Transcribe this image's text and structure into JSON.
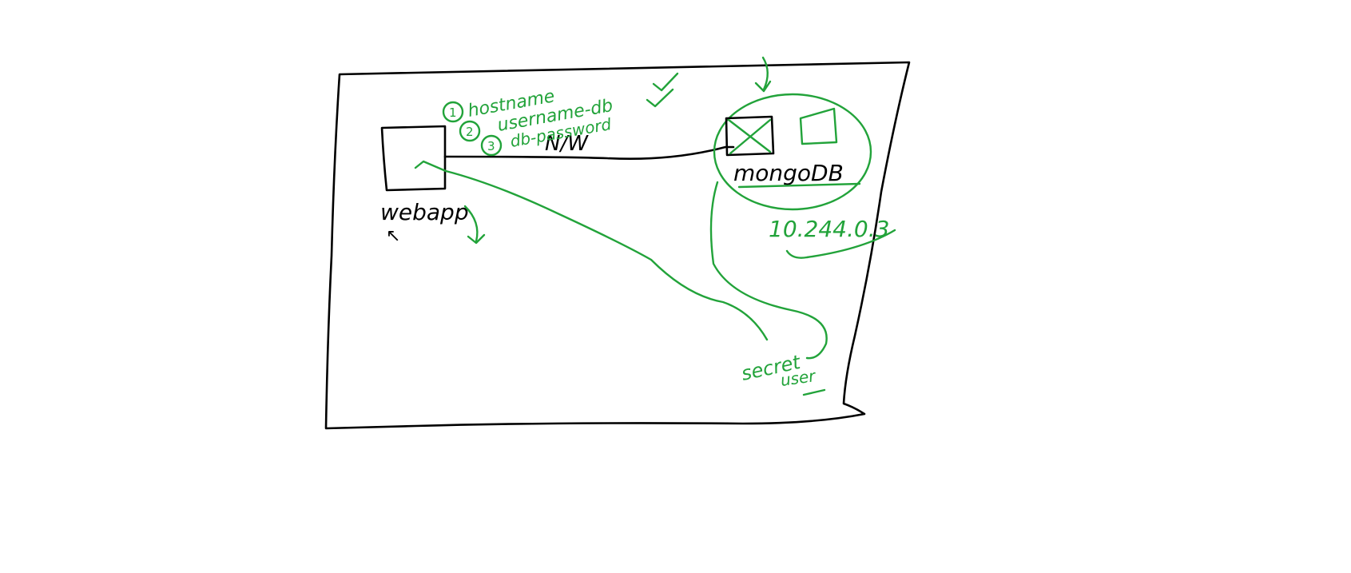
{
  "diagram": {
    "nodes": {
      "webapp": {
        "label": "webapp",
        "sublabel": "↖"
      },
      "mongodb": {
        "label": "mongoDB",
        "ip": "10.244.0.3"
      }
    },
    "network_label": "N/W",
    "credentials": [
      {
        "num": "1",
        "text": "hostname"
      },
      {
        "num": "2",
        "text": "username-db"
      },
      {
        "num": "3",
        "text": "db-password"
      }
    ],
    "annotation": {
      "line1": "secret",
      "line2": "user"
    },
    "colors": {
      "black_ink": "#000000",
      "green_ink": "#22a33a"
    }
  }
}
